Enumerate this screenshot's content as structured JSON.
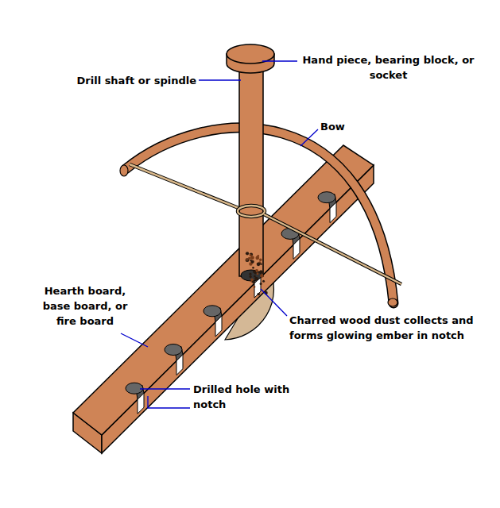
{
  "diagram": {
    "labels": [
      "Hand piece, bearing block, or socket",
      "Drill shaft or spindle",
      "Bow",
      "Hearth board, base board, or fire board",
      "Charred wood dust collects and forms glowing ember in notch",
      "Drilled hole with notch"
    ]
  }
}
